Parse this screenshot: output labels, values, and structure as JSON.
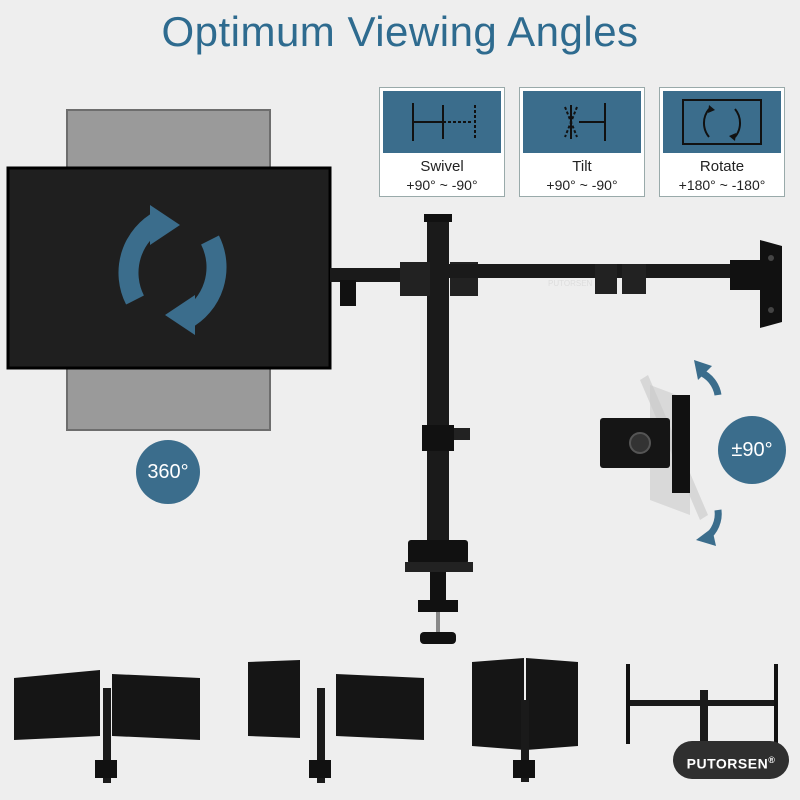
{
  "title": "Optimum Viewing Angles",
  "features": [
    {
      "name": "Swivel",
      "range": "+90° ~ -90°",
      "icon": "swivel-icon"
    },
    {
      "name": "Tilt",
      "range": "+90° ~ -90°",
      "icon": "tilt-icon"
    },
    {
      "name": "Rotate",
      "range": "+180° ~ -180°",
      "icon": "rotate-icon"
    }
  ],
  "badges": {
    "rotation": "360°",
    "tilt": "±90°"
  },
  "brand": {
    "name": "PUTORSEN",
    "mark": "®",
    "arm_text": "PUTORSEN"
  },
  "colors": {
    "accent": "#3b6d8c",
    "title": "#2e6b8f",
    "background": "#eeeeee"
  }
}
